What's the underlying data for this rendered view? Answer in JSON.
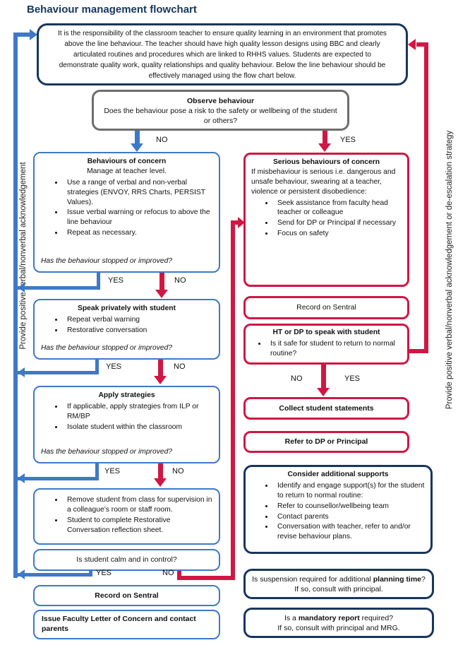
{
  "title": "Behaviour management flowchart",
  "labels": {
    "yes": "YES",
    "no": "NO"
  },
  "side_labels": {
    "left": "Provide positive verbal/nonverbal acknowledgement",
    "right": "Provide positive verbal/nonverbal acknowledgement  or de-escalation  strategy"
  },
  "colors": {
    "navy": "#17365d",
    "blue": "#3e79c8",
    "red": "#d01744",
    "gray": "#6d6d6d"
  },
  "boxes": {
    "intro": {
      "text": "It is the responsibility of the classroom teacher to ensure quality learning in an environment that promotes above the line behaviour. The teacher should have high quality lesson designs using BBC and clearly articulated routines and procedures which are linked to RHHS values. Students are expected to demonstrate quality work, quality relationships and quality behaviour. Below the line behaviour should be effectively managed using the flow chart below."
    },
    "observe": {
      "title": "Observe behaviour",
      "text": "Does the behaviour pose a risk to the safety or wellbeing of the student or others?"
    },
    "concern": {
      "title": "Behaviours of concern",
      "subtitle": "Manage at teacher level.",
      "bullets": [
        "Use a range of verbal and non-verbal strategies (ENVOY, RRS Charts, PERSIST Values).",
        "Issue verbal warning or refocus to above the line behaviour",
        "Repeat as necessary."
      ],
      "question": "Has the behaviour stopped or improved?"
    },
    "speak": {
      "title": "Speak privately with student",
      "bullets": [
        "Repeat verbal warning",
        "Restorative conversation"
      ],
      "question": "Has the behaviour stopped or improved?"
    },
    "apply": {
      "title": "Apply strategies",
      "bullets": [
        "If applicable, apply strategies from ILP or RM/BP",
        "Isolate student within the classroom"
      ],
      "question": "Has the behaviour stopped or improved?"
    },
    "remove": {
      "bullets": [
        "Remove student from class for supervision in a colleague’s room or staff room.",
        "Student to complete Restorative Conversation reflection sheet."
      ]
    },
    "calm": {
      "text": "Is student calm and in control?"
    },
    "record_left": {
      "text": "Record on Sentral"
    },
    "issue_letter": {
      "text": "Issue Faculty Letter of Concern and contact parents"
    },
    "serious": {
      "title": "Serious behaviours of concern",
      "text": "If misbehaviour is serious i.e. dangerous and unsafe behaviour, swearing at a teacher, violence or persistent disobedience:",
      "bullets": [
        "Seek assistance from faculty head teacher or colleague",
        "Send for DP or Principal if necessary",
        "Focus on safety"
      ]
    },
    "record_right": {
      "text": "Record on Sentral"
    },
    "ht_dp": {
      "title": "HT or DP to speak with student",
      "bullets": [
        "Is it safe for student to return to normal routine?"
      ]
    },
    "collect": {
      "text": "Collect student statements"
    },
    "refer": {
      "text": "Refer to DP or Principal"
    },
    "consider": {
      "title": "Consider additional supports",
      "bullets": [
        "Identify and engage support(s) for the student to return to normal routine:",
        "Refer to counsellor/wellbeing team",
        "Contact parents",
        "Conversation with teacher, refer to and/or revise behaviour plans."
      ]
    },
    "suspension": {
      "pre": "Is suspension required for additional ",
      "bold": "planning time",
      "post": "? If so, consult with principal."
    },
    "mandatory": {
      "pre": "Is a ",
      "bold": "mandatory report",
      "post": " required?",
      "line2": "If so, consult with principal and MRG."
    }
  }
}
